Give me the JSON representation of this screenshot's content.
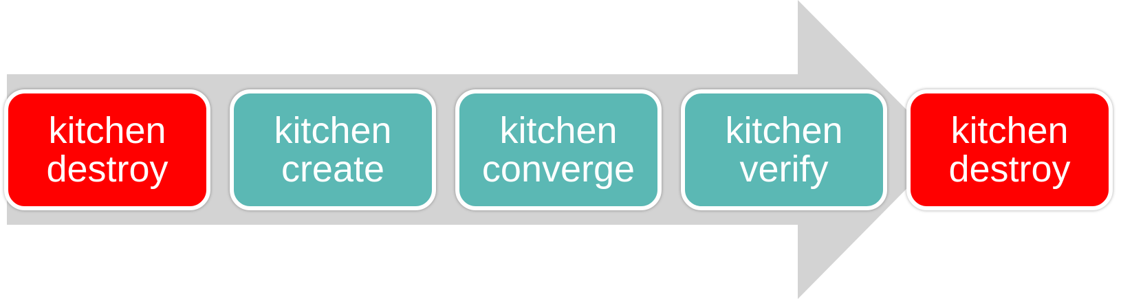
{
  "colors": {
    "arrow": "#d3d3d3",
    "destroy": "#ff0000",
    "step": "#5bb8b4",
    "text": "#ffffff",
    "border": "#ffffff"
  },
  "steps": [
    {
      "line1": "kitchen",
      "line2": "destroy",
      "color": "#ff0000"
    },
    {
      "line1": "kitchen",
      "line2": "create",
      "color": "#5bb8b4"
    },
    {
      "line1": "kitchen",
      "line2": "converge",
      "color": "#5bb8b4"
    },
    {
      "line1": "kitchen",
      "line2": "verify",
      "color": "#5bb8b4"
    },
    {
      "line1": "kitchen",
      "line2": "destroy",
      "color": "#ff0000"
    }
  ]
}
